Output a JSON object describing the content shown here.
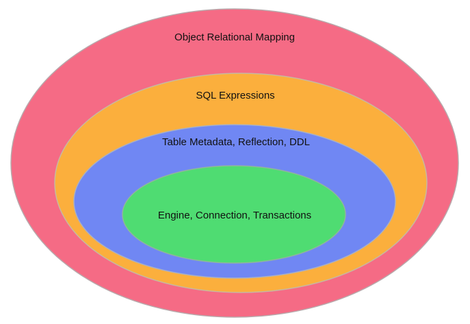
{
  "diagram": {
    "layers": [
      {
        "label": "Object Relational Mapping",
        "fill": "#f56b85",
        "stroke": "#b9a8ab"
      },
      {
        "label": "SQL Expressions",
        "fill": "#fbaf3d",
        "stroke": "#c7b9a0"
      },
      {
        "label": "Table Metadata, Reflection, DDL",
        "fill": "#7087f3",
        "stroke": "#a9b0c4"
      },
      {
        "label": "Engine, Connection, Transactions",
        "fill": "#4fdc72",
        "stroke": "#8fb79a"
      }
    ]
  }
}
